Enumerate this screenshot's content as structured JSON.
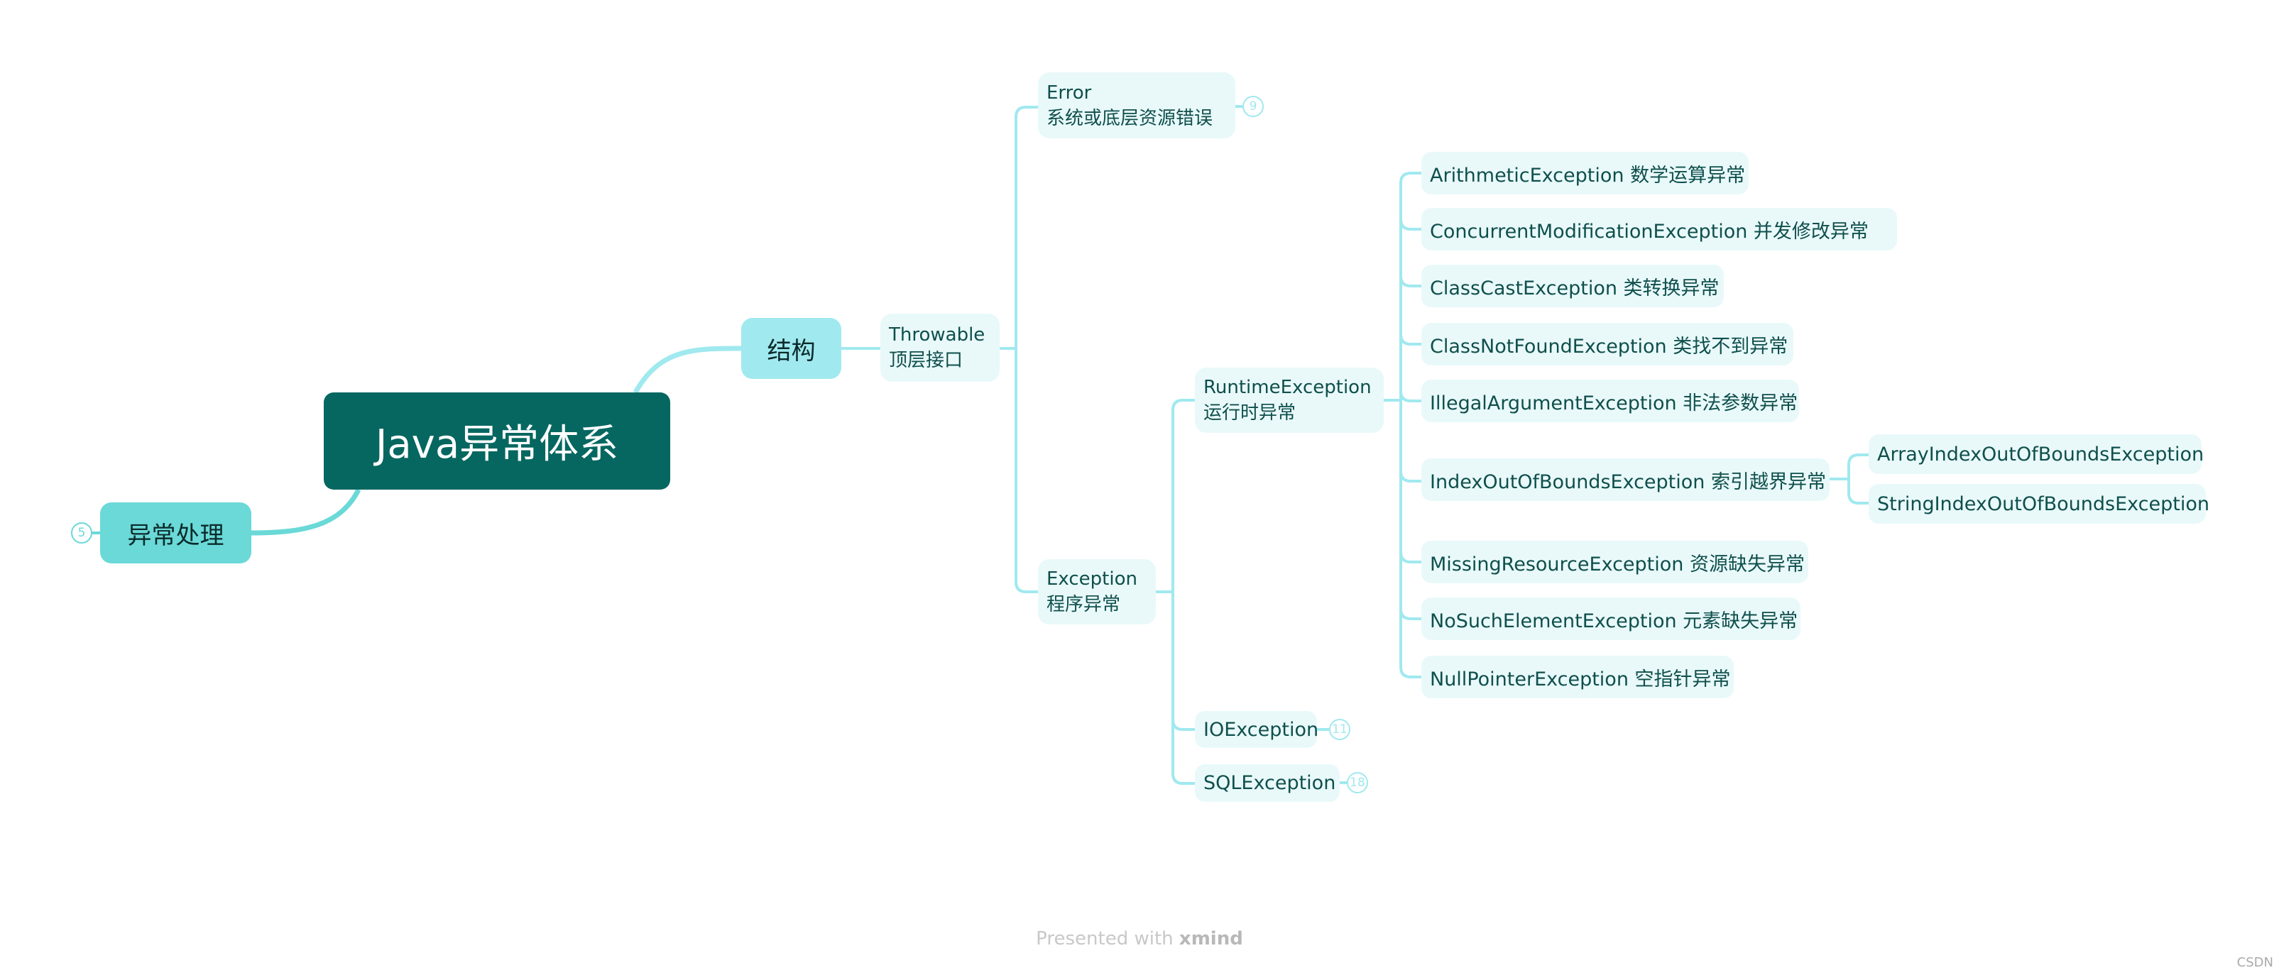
{
  "root": {
    "title": "Java异常体系"
  },
  "left_branch": {
    "label": "异常处理",
    "collapsed_count": "5"
  },
  "structure": {
    "label": "结构",
    "throwable": {
      "line1": "Throwable",
      "line2": "顶层接口"
    },
    "error": {
      "line1": "Error",
      "line2": "系统或底层资源错误",
      "collapsed_count": "9"
    },
    "exception": {
      "line1": "Exception",
      "line2": "程序异常",
      "runtime": {
        "line1": "RuntimeException",
        "line2": "运行时异常",
        "children": [
          "ArithmeticException 数学运算异常",
          "ConcurrentModificationException 并发修改异常",
          "ClassCastException 类转换异常",
          "ClassNotFoundException 类找不到异常",
          "IllegalArgumentException 非法参数异常",
          "IndexOutOfBoundsException 索引越界异常",
          "MissingResourceException 资源缺失异常",
          "NoSuchElementException 元素缺失异常",
          "NullPointerException 空指针异常"
        ],
        "index_children": [
          "ArrayIndexOutOfBoundsException",
          "StringIndexOutOfBoundsException"
        ]
      },
      "io": {
        "label": "IOException",
        "collapsed_count": "11"
      },
      "sql": {
        "label": "SQLException",
        "collapsed_count": "18"
      }
    }
  },
  "footer": {
    "prefix": "Presented with",
    "brand": "xmind"
  },
  "watermark": "CSDN",
  "colors": {
    "root": "#066761",
    "main_branch": "#a0e9ef",
    "left_branch": "#6ad9d7",
    "node_bg": "#e9f9fa",
    "text": "#0f4f4c"
  }
}
